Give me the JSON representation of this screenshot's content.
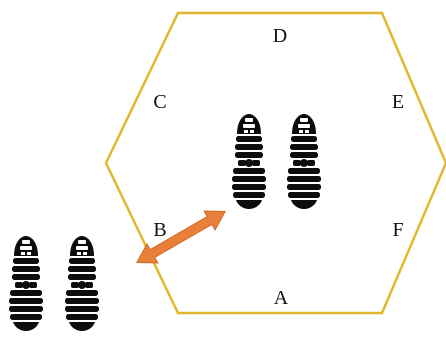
{
  "diagram": {
    "colors": {
      "hexagon_stroke": "#E0B830",
      "arrow_fill": "#E8803A",
      "footprint_fill": "#0d0d0d",
      "background": "#ffffff"
    },
    "vertex_labels": {
      "a": "A",
      "b": "B",
      "c": "C",
      "d": "D",
      "e": "E",
      "f": "F"
    },
    "shapes": {
      "boundary": "hexagon",
      "arrow": "double-headed-arrow",
      "footprints": [
        "shoe-print-pair-center",
        "shoe-print-pair-outside"
      ]
    }
  }
}
